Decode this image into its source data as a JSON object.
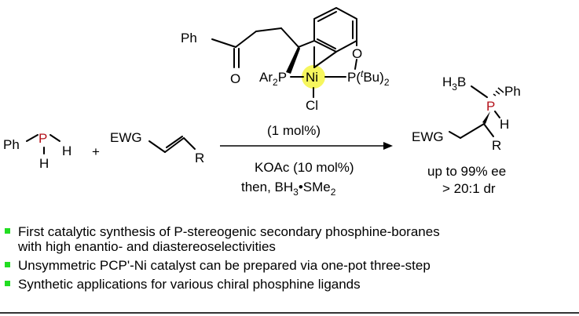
{
  "scheme": {
    "catalyst": {
      "ph": "Ph",
      "carbonyl_o": "O",
      "ar2p": "Ar",
      "ar2p_sub": "2",
      "ar2p_p": "P",
      "ni": "Ni",
      "o_ring": "O",
      "ptbu_p": "P(",
      "ptbu_t": "t",
      "ptbu_rest": "Bu)",
      "ptbu_sub": "2",
      "cl": "Cl",
      "loading": "(1 mol%)",
      "highlight_color": "#f5f542"
    },
    "reagent_phosphine": {
      "ph": "Ph",
      "p": "P",
      "h1": "H",
      "h2": "H",
      "p_color": "#b5121b"
    },
    "plus": "+",
    "alkene": {
      "ewg": "EWG",
      "r": "R"
    },
    "conditions": {
      "base": "KOAc (10 mol%)",
      "then_prefix": "then, BH",
      "bh3_sub": "3",
      "bullet_sme": "•SMe",
      "sme_sub": "2"
    },
    "product": {
      "h3b_h": "H",
      "h3b_sub": "3",
      "h3b_b": "B",
      "ph": "Ph",
      "p": "P",
      "h": "H",
      "ewg": "EWG",
      "r": "R",
      "ee": "up to 99% ee",
      "dr": "> 20:1 dr",
      "p_color": "#b5121b"
    }
  },
  "bullets": [
    {
      "line1": "First catalytic synthesis of  P-stereogenic secondary phosphine-boranes",
      "line2": "with high enantio- and diastereoselectivities"
    },
    {
      "line1": "Unsymmetric PCP'-Ni catalyst can be prepared via one-pot three-step",
      "line2": ""
    },
    {
      "line1": "Synthetic applications for various chiral phosphine ligands",
      "line2": ""
    }
  ],
  "bullet_color": "#22dd22"
}
